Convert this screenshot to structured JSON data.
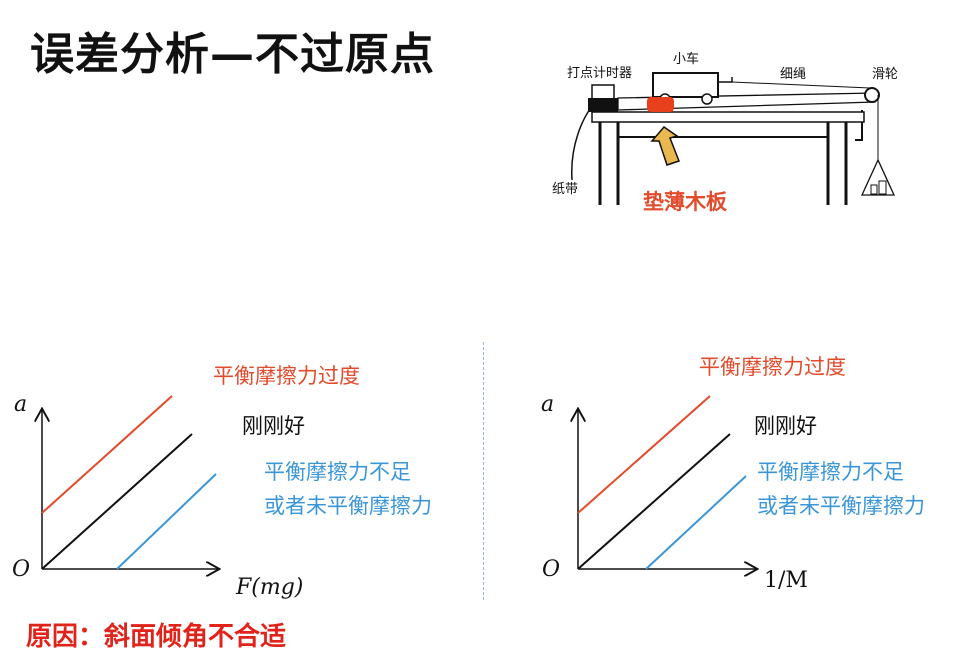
{
  "title": "误差分析—不过原点",
  "apparatus": {
    "timer_label": "打点计时器",
    "cart_label": "小车",
    "string_label": "细绳",
    "pulley_label": "滑轮",
    "tape_label": "纸带",
    "pad_label": "垫薄木板"
  },
  "graphs": [
    {
      "y_axis": "a",
      "x_axis": "F(mg)",
      "origin": "O",
      "label_over": "平衡摩擦力过度",
      "label_just": "刚刚好",
      "label_under_1": "平衡摩擦力不足",
      "label_under_2": "或者未平衡摩擦力"
    },
    {
      "y_axis": "a",
      "x_axis": "1/M",
      "origin": "O",
      "label_over": "平衡摩擦力过度",
      "label_just": "刚刚好",
      "label_under_1": "平衡摩擦力不足",
      "label_under_2": "或者未平衡摩擦力"
    }
  ],
  "reason": "原因：斜面倾角不合适",
  "colors": {
    "over": "#e24b2c",
    "just": "#111111",
    "under": "#3a96d8",
    "pad": "#e8401d",
    "reason": "#e0231b"
  }
}
